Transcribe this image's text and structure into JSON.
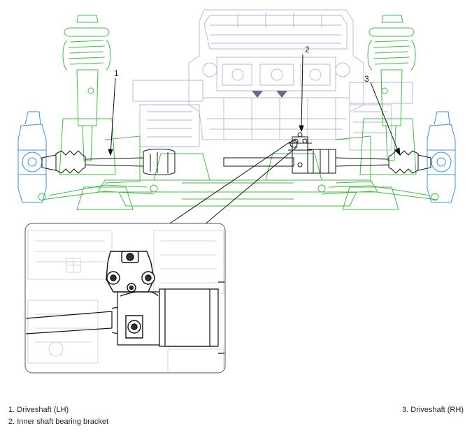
{
  "callouts": [
    {
      "number": "1"
    },
    {
      "number": "2"
    },
    {
      "number": "3"
    }
  ],
  "legend": [
    {
      "text": "1. Driveshaft (LH)"
    },
    {
      "text": "2. Inner shaft bearing bracket"
    },
    {
      "text": "3. Driveshaft (RH)"
    }
  ],
  "colors": {
    "engine": "#b9b2dc",
    "suspension": "#3fbf3f",
    "hub": "#3a8fe0",
    "parts": "#111111",
    "detail_frame": "#555555"
  }
}
